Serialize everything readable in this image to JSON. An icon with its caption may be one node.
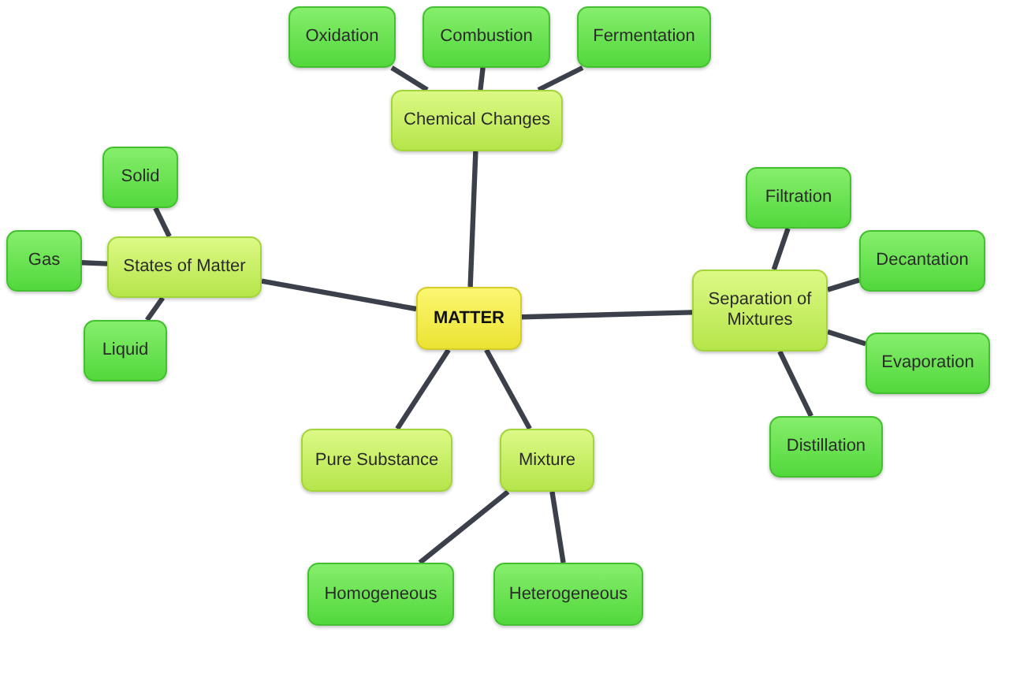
{
  "diagram": {
    "nodes": [
      {
        "text": [
          "Oxidation"
        ]
      },
      {
        "text": [
          "Combustion"
        ]
      },
      {
        "text": [
          "Fermentation"
        ]
      },
      {
        "text": [
          "Chemical Changes"
        ]
      },
      {
        "text": [
          "Solid"
        ]
      },
      {
        "text": [
          "Filtration"
        ]
      },
      {
        "text": [
          "Gas"
        ]
      },
      {
        "text": [
          "Decantation"
        ]
      },
      {
        "text": [
          "States of Matter"
        ]
      },
      {
        "text": [
          "Separation of Mixtures"
        ]
      },
      {
        "text": [
          "MATTER"
        ]
      },
      {
        "text": [
          "Liquid"
        ]
      },
      {
        "text": [
          "Evaporation"
        ]
      },
      {
        "text": [
          "Distillation"
        ]
      },
      {
        "text": [
          "Pure Substance"
        ]
      },
      {
        "text": [
          "Mixture"
        ]
      },
      {
        "text": [
          "Homogeneous"
        ]
      },
      {
        "text": [
          "Heterogeneous"
        ]
      }
    ],
    "edges": [
      {
        "from": 10,
        "to": 3,
        "arrow": "none"
      },
      {
        "from": 3,
        "to": 0,
        "arrow": "none"
      },
      {
        "from": 3,
        "to": 1,
        "arrow": "none"
      },
      {
        "from": 3,
        "to": 2,
        "arrow": "none"
      },
      {
        "from": 10,
        "to": 8,
        "arrow": "none"
      },
      {
        "from": 8,
        "to": 4,
        "arrow": "none"
      },
      {
        "from": 8,
        "to": 6,
        "arrow": "none"
      },
      {
        "from": 8,
        "to": 11,
        "arrow": "none"
      },
      {
        "from": 10,
        "to": 9,
        "arrow": "none"
      },
      {
        "from": 9,
        "to": 5,
        "arrow": "none"
      },
      {
        "from": 9,
        "to": 7,
        "arrow": "none"
      },
      {
        "from": 9,
        "to": 12,
        "arrow": "none"
      },
      {
        "from": 9,
        "to": 13,
        "arrow": "none"
      },
      {
        "from": 10,
        "to": 14,
        "arrow": "none"
      },
      {
        "from": 10,
        "to": 15,
        "arrow": "none"
      },
      {
        "from": 15,
        "to": 16,
        "arrow": "none"
      },
      {
        "from": 15,
        "to": 17,
        "arrow": "none"
      }
    ]
  }
}
